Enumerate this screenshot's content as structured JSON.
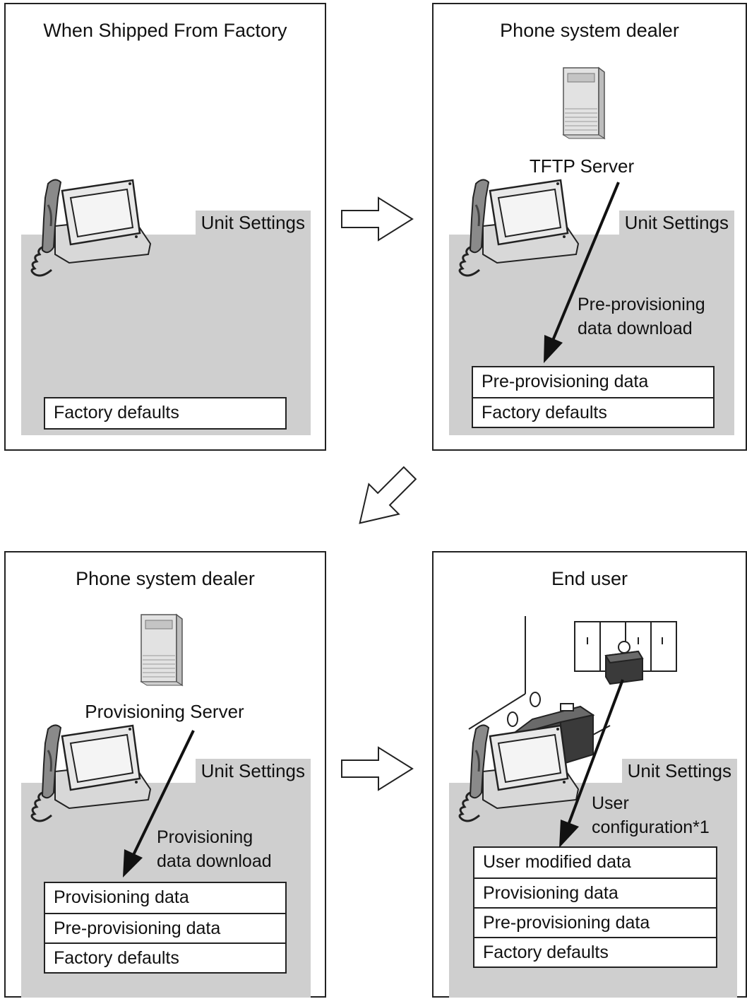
{
  "panels": [
    {
      "title": "When Shipped From Factory",
      "settings_label": "Unit Settings",
      "layers": [
        "Factory defaults"
      ]
    },
    {
      "title": "Phone system dealer",
      "server_label": "TFTP Server",
      "settings_label": "Unit Settings",
      "download_label": [
        "Pre-provisioning",
        "data download"
      ],
      "layers": [
        "Pre-provisioning data",
        "Factory defaults"
      ]
    },
    {
      "title": "Phone system dealer",
      "server_label": "Provisioning Server",
      "settings_label": "Unit Settings",
      "download_label": [
        "Provisioning",
        "data download"
      ],
      "layers": [
        "Provisioning data",
        "Pre-provisioning data",
        "Factory defaults"
      ]
    },
    {
      "title": "End user",
      "settings_label": "Unit Settings",
      "config_label": [
        "User",
        "configuration*1"
      ],
      "layers": [
        "User modified data",
        "Provisioning data",
        "Pre-provisioning data",
        "Factory defaults"
      ]
    }
  ],
  "icons": {
    "phone": "desk-phone-icon",
    "server": "server-tower-icon",
    "office": "office-scene-icon",
    "flow_arrow": "hollow-arrow-icon"
  },
  "colors": {
    "settings_background": "#cfcfcf",
    "border": "#222222"
  }
}
